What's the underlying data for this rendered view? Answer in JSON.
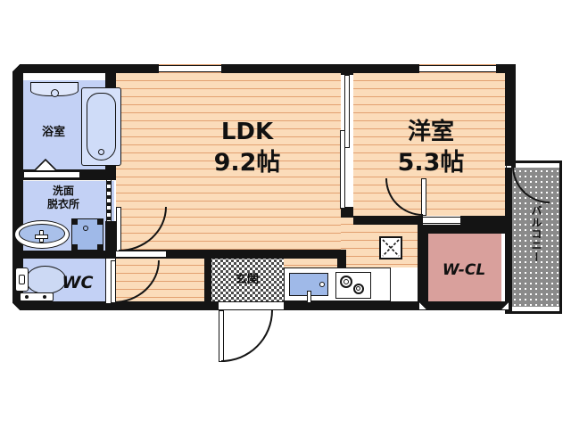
{
  "plan": {
    "type": "apartment-floor-plan",
    "rooms": [
      {
        "id": "ldk",
        "label": "LDK",
        "area": "9.2帖",
        "floor": "wood"
      },
      {
        "id": "washitsu",
        "label": "洋室",
        "area": "5.3帖",
        "floor": "wood"
      },
      {
        "id": "bath",
        "label": "浴室",
        "area": "",
        "floor": "blue"
      },
      {
        "id": "washroom",
        "label_line1": "洗面",
        "label_line2": "脱衣所",
        "floor": "blue"
      },
      {
        "id": "wc",
        "label": "WC",
        "area": "",
        "floor": "blue"
      },
      {
        "id": "entrance",
        "label": "玄関",
        "area": "",
        "floor": "tile"
      },
      {
        "id": "wcl",
        "label": "W-CL",
        "area": "",
        "floor": "pink"
      },
      {
        "id": "balcony",
        "label": "バルコニー",
        "area": "",
        "floor": "dots"
      }
    ],
    "colors": {
      "wall": "#141414",
      "floor_wood": "#fbdcba",
      "floor_wood_line": "#e2a070",
      "floor_wet": "#c3d1f5",
      "closet_pink": "#d9a09c",
      "balcony_gray": "#8a8a8a",
      "fixture_blue": "#9fb9e8",
      "background": "#ffffff"
    },
    "fixtures": [
      {
        "name": "bathtub",
        "room": "bath"
      },
      {
        "name": "shower-shelf",
        "room": "bath"
      },
      {
        "name": "vanity-sink",
        "room": "washroom"
      },
      {
        "name": "washing-machine-pan",
        "room": "washroom"
      },
      {
        "name": "toilet",
        "room": "wc"
      },
      {
        "name": "kitchen-sink",
        "room": "ldk"
      },
      {
        "name": "gas-stove",
        "room": "ldk"
      },
      {
        "name": "pillar-marker",
        "room": "ldk"
      }
    ],
    "openings": [
      {
        "name": "window-ldk-north",
        "kind": "window"
      },
      {
        "name": "window-washitsu-north",
        "kind": "window"
      },
      {
        "name": "window-washitsu-east",
        "kind": "window"
      },
      {
        "name": "door-entrance",
        "kind": "hinged-door"
      },
      {
        "name": "door-ldk-hall",
        "kind": "hinged-door"
      },
      {
        "name": "door-wc",
        "kind": "hinged-door"
      },
      {
        "name": "door-washroom",
        "kind": "hinged-door"
      },
      {
        "name": "door-bath",
        "kind": "folding-door"
      },
      {
        "name": "door-balcony",
        "kind": "hinged-door"
      },
      {
        "name": "door-washitsu",
        "kind": "hinged-door"
      },
      {
        "name": "partition-ldk-washitsu",
        "kind": "sliding-partition"
      },
      {
        "name": "door-wcl",
        "kind": "opening"
      }
    ]
  }
}
